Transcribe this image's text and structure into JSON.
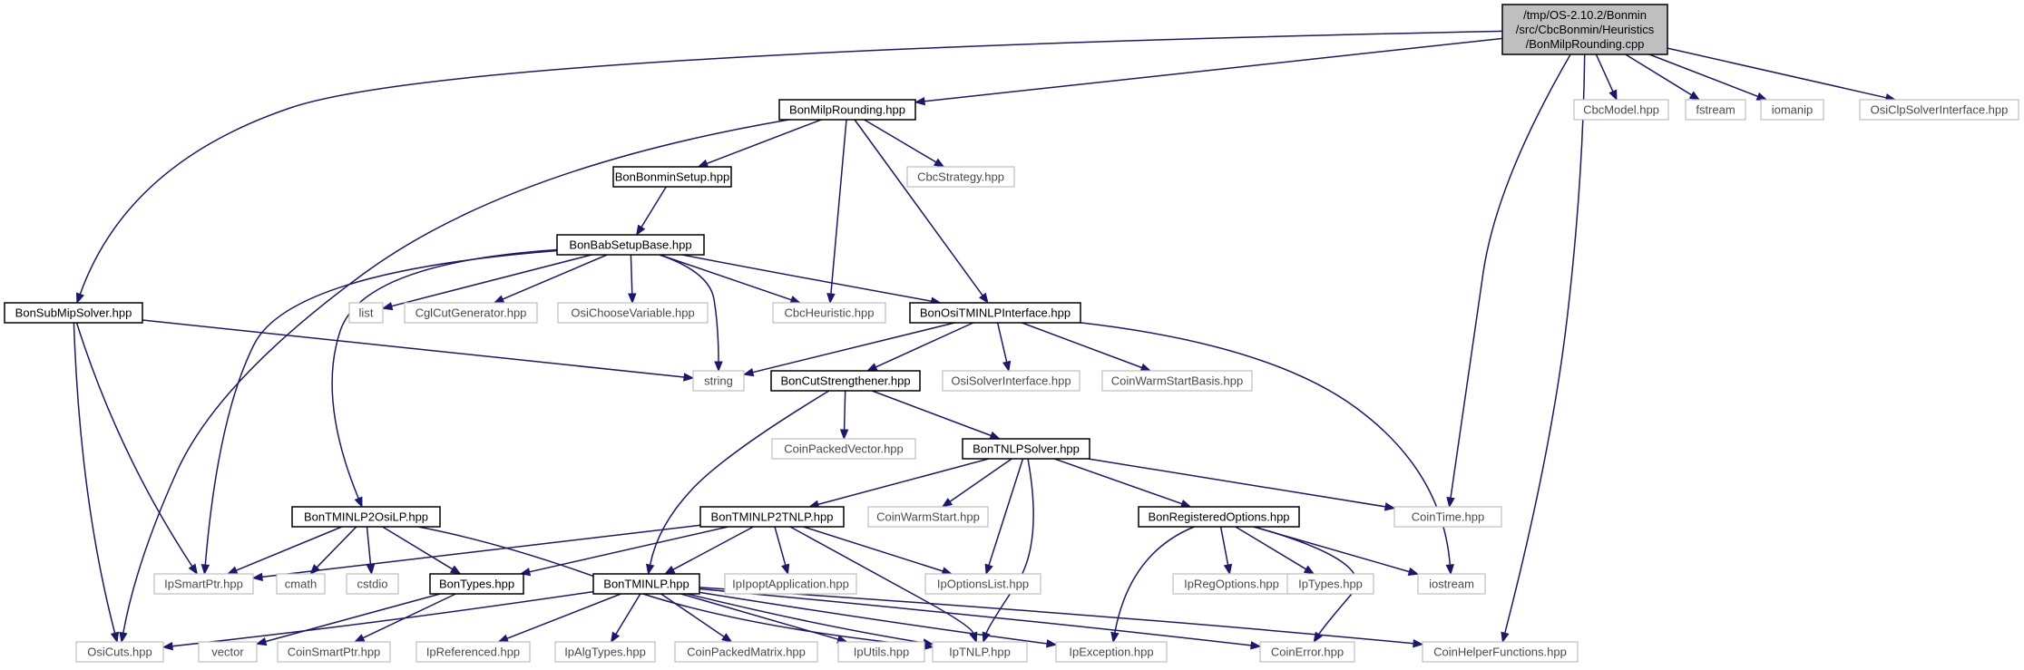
{
  "graph": {
    "nodes": [
      {
        "id": "root",
        "kind": "root",
        "lines": [
          "/tmp/OS-2.10.2/Bonmin",
          "/src/CbcBonmin/Heuristics",
          "/BonMilpRounding.cpp"
        ]
      },
      {
        "id": "milp_hpp",
        "kind": "doc",
        "lines": [
          "BonMilpRounding.hpp"
        ]
      },
      {
        "id": "cbcmodel",
        "kind": "ext",
        "lines": [
          "CbcModel.hpp"
        ]
      },
      {
        "id": "fstream",
        "kind": "ext",
        "lines": [
          "fstream"
        ]
      },
      {
        "id": "iomanip",
        "kind": "ext",
        "lines": [
          "iomanip"
        ]
      },
      {
        "id": "osiclp",
        "kind": "ext",
        "lines": [
          "OsiClpSolverInterface.hpp"
        ]
      },
      {
        "id": "bonminsetup",
        "kind": "doc",
        "lines": [
          "BonBonminSetup.hpp"
        ]
      },
      {
        "id": "cbcstrategy",
        "kind": "ext",
        "lines": [
          "CbcStrategy.hpp"
        ]
      },
      {
        "id": "babsetup",
        "kind": "doc",
        "lines": [
          "BonBabSetupBase.hpp"
        ]
      },
      {
        "id": "submip",
        "kind": "doc",
        "lines": [
          "BonSubMipSolver.hpp"
        ]
      },
      {
        "id": "list",
        "kind": "ext",
        "lines": [
          "list"
        ]
      },
      {
        "id": "cglcut",
        "kind": "ext",
        "lines": [
          "CglCutGenerator.hpp"
        ]
      },
      {
        "id": "osichoose",
        "kind": "ext",
        "lines": [
          "OsiChooseVariable.hpp"
        ]
      },
      {
        "id": "cbcheur",
        "kind": "ext",
        "lines": [
          "CbcHeuristic.hpp"
        ]
      },
      {
        "id": "ositminlp",
        "kind": "doc",
        "lines": [
          "BonOsiTMINLPInterface.hpp"
        ]
      },
      {
        "id": "string",
        "kind": "ext",
        "lines": [
          "string"
        ]
      },
      {
        "id": "cutstr",
        "kind": "doc",
        "lines": [
          "BonCutStrengthener.hpp"
        ]
      },
      {
        "id": "osisolver",
        "kind": "ext",
        "lines": [
          "OsiSolverInterface.hpp"
        ]
      },
      {
        "id": "coinwsb",
        "kind": "ext",
        "lines": [
          "CoinWarmStartBasis.hpp"
        ]
      },
      {
        "id": "coinpv",
        "kind": "ext",
        "lines": [
          "CoinPackedVector.hpp"
        ]
      },
      {
        "id": "tnlpsolver",
        "kind": "doc",
        "lines": [
          "BonTNLPSolver.hpp"
        ]
      },
      {
        "id": "tminlp2osilp",
        "kind": "doc",
        "lines": [
          "BonTMINLP2OsiLP.hpp"
        ]
      },
      {
        "id": "tminlp2tnlp",
        "kind": "doc",
        "lines": [
          "BonTMINLP2TNLP.hpp"
        ]
      },
      {
        "id": "coinws",
        "kind": "ext",
        "lines": [
          "CoinWarmStart.hpp"
        ]
      },
      {
        "id": "regopts",
        "kind": "doc",
        "lines": [
          "BonRegisteredOptions.hpp"
        ]
      },
      {
        "id": "cointime",
        "kind": "ext",
        "lines": [
          "CoinTime.hpp"
        ]
      },
      {
        "id": "ipsmart",
        "kind": "ext",
        "lines": [
          "IpSmartPtr.hpp"
        ]
      },
      {
        "id": "cmath",
        "kind": "ext",
        "lines": [
          "cmath"
        ]
      },
      {
        "id": "cstdio",
        "kind": "ext",
        "lines": [
          "cstdio"
        ]
      },
      {
        "id": "bontypes",
        "kind": "doc",
        "lines": [
          "BonTypes.hpp"
        ]
      },
      {
        "id": "tminlp",
        "kind": "doc",
        "lines": [
          "BonTMINLP.hpp"
        ]
      },
      {
        "id": "ipoptapp",
        "kind": "ext",
        "lines": [
          "IpIpoptApplication.hpp"
        ]
      },
      {
        "id": "ipoptlist",
        "kind": "ext",
        "lines": [
          "IpOptionsList.hpp"
        ]
      },
      {
        "id": "ipregopts",
        "kind": "ext",
        "lines": [
          "IpRegOptions.hpp"
        ]
      },
      {
        "id": "iptypes",
        "kind": "ext",
        "lines": [
          "IpTypes.hpp"
        ]
      },
      {
        "id": "iostream",
        "kind": "ext",
        "lines": [
          "iostream"
        ]
      },
      {
        "id": "osicuts",
        "kind": "ext",
        "lines": [
          "OsiCuts.hpp"
        ]
      },
      {
        "id": "vector",
        "kind": "ext",
        "lines": [
          "vector"
        ]
      },
      {
        "id": "coinsmart",
        "kind": "ext",
        "lines": [
          "CoinSmartPtr.hpp"
        ]
      },
      {
        "id": "ipref",
        "kind": "ext",
        "lines": [
          "IpReferenced.hpp"
        ]
      },
      {
        "id": "ipalg",
        "kind": "ext",
        "lines": [
          "IpAlgTypes.hpp"
        ]
      },
      {
        "id": "coinpm",
        "kind": "ext",
        "lines": [
          "CoinPackedMatrix.hpp"
        ]
      },
      {
        "id": "iputils",
        "kind": "ext",
        "lines": [
          "IpUtils.hpp"
        ]
      },
      {
        "id": "iptnlp",
        "kind": "ext",
        "lines": [
          "IpTNLP.hpp"
        ]
      },
      {
        "id": "ipexc",
        "kind": "ext",
        "lines": [
          "IpException.hpp"
        ]
      },
      {
        "id": "coinerr",
        "kind": "ext",
        "lines": [
          "CoinError.hpp"
        ]
      },
      {
        "id": "coinhelp",
        "kind": "ext",
        "lines": [
          "CoinHelperFunctions.hpp"
        ]
      }
    ],
    "edges": [
      [
        "root",
        "milp_hpp"
      ],
      [
        "root",
        "cbcmodel"
      ],
      [
        "root",
        "fstream"
      ],
      [
        "root",
        "iomanip"
      ],
      [
        "root",
        "osiclp"
      ],
      [
        "root",
        "submip"
      ],
      [
        "root",
        "cointime"
      ],
      [
        "root",
        "coinhelp"
      ],
      [
        "milp_hpp",
        "bonminsetup"
      ],
      [
        "milp_hpp",
        "cbcstrategy"
      ],
      [
        "milp_hpp",
        "cbcheur"
      ],
      [
        "milp_hpp",
        "ositminlp"
      ],
      [
        "milp_hpp",
        "osicuts"
      ],
      [
        "bonminsetup",
        "babsetup"
      ],
      [
        "babsetup",
        "list"
      ],
      [
        "babsetup",
        "cglcut"
      ],
      [
        "babsetup",
        "osichoose"
      ],
      [
        "babsetup",
        "cbcheur"
      ],
      [
        "babsetup",
        "ositminlp"
      ],
      [
        "babsetup",
        "string"
      ],
      [
        "babsetup",
        "tminlp2osilp"
      ],
      [
        "babsetup",
        "ipsmart"
      ],
      [
        "submip",
        "string"
      ],
      [
        "submip",
        "ipsmart"
      ],
      [
        "submip",
        "osicuts"
      ],
      [
        "ositminlp",
        "string"
      ],
      [
        "ositminlp",
        "cutstr"
      ],
      [
        "ositminlp",
        "osisolver"
      ],
      [
        "ositminlp",
        "coinwsb"
      ],
      [
        "ositminlp",
        "iostream"
      ],
      [
        "cutstr",
        "coinpv"
      ],
      [
        "cutstr",
        "tnlpsolver"
      ],
      [
        "cutstr",
        "tminlp"
      ],
      [
        "tnlpsolver",
        "tminlp2tnlp"
      ],
      [
        "tnlpsolver",
        "coinws"
      ],
      [
        "tnlpsolver",
        "regopts"
      ],
      [
        "tnlpsolver",
        "cointime"
      ],
      [
        "tnlpsolver",
        "ipoptlist"
      ],
      [
        "tnlpsolver",
        "iptnlp"
      ],
      [
        "tminlp2osilp",
        "ipsmart"
      ],
      [
        "tminlp2osilp",
        "cmath"
      ],
      [
        "tminlp2osilp",
        "cstdio"
      ],
      [
        "tminlp2osilp",
        "bontypes"
      ],
      [
        "tminlp2osilp",
        "iptnlp"
      ],
      [
        "tminlp2tnlp",
        "ipsmart"
      ],
      [
        "tminlp2tnlp",
        "bontypes"
      ],
      [
        "tminlp2tnlp",
        "tminlp"
      ],
      [
        "tminlp2tnlp",
        "ipoptapp"
      ],
      [
        "tminlp2tnlp",
        "ipoptlist"
      ],
      [
        "tminlp2tnlp",
        "iptnlp"
      ],
      [
        "regopts",
        "ipregopts"
      ],
      [
        "regopts",
        "iptypes"
      ],
      [
        "regopts",
        "iostream"
      ],
      [
        "regopts",
        "ipexc"
      ],
      [
        "regopts",
        "coinerr"
      ],
      [
        "bontypes",
        "vector"
      ],
      [
        "bontypes",
        "coinsmart"
      ],
      [
        "tminlp",
        "osicuts"
      ],
      [
        "tminlp",
        "ipref"
      ],
      [
        "tminlp",
        "ipalg"
      ],
      [
        "tminlp",
        "coinpm"
      ],
      [
        "tminlp",
        "iputils"
      ],
      [
        "tminlp",
        "iptnlp"
      ],
      [
        "tminlp",
        "ipexc"
      ],
      [
        "tminlp",
        "coinerr"
      ],
      [
        "tminlp",
        "coinhelp"
      ]
    ]
  }
}
